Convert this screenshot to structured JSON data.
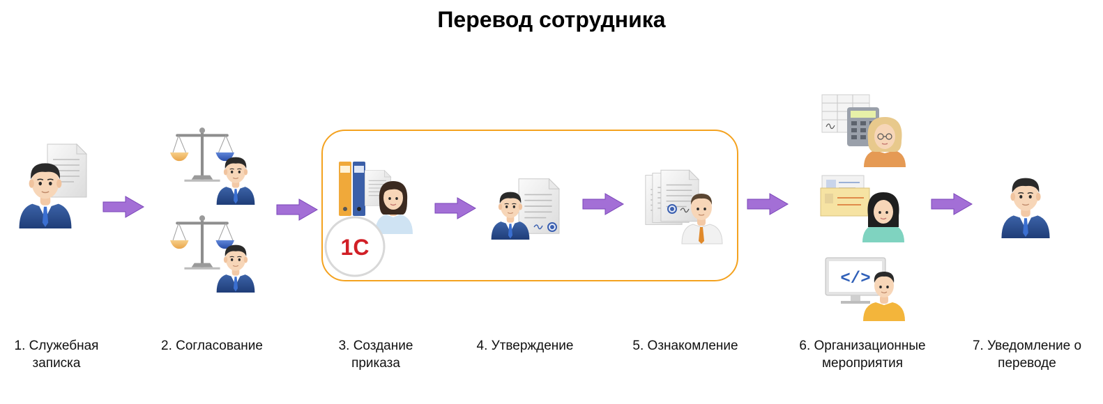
{
  "title": "Перевод сотрудника",
  "colors": {
    "arrow": "#a36fd6",
    "group_border": "#f4a21f",
    "suit": "#2c4f91",
    "logo_red": "#d11f26"
  },
  "logo": {
    "text": "1С"
  },
  "steps": [
    {
      "line1": "1. Служебная",
      "line2": "записка"
    },
    {
      "line1": "2. Согласование",
      "line2": ""
    },
    {
      "line1": "3. Создание",
      "line2": "приказа"
    },
    {
      "line1": "4. Утверждение",
      "line2": ""
    },
    {
      "line1": "5. Ознакомление",
      "line2": ""
    },
    {
      "line1": "6. Организационные",
      "line2": "мероприятия"
    },
    {
      "line1": "7. Уведомление о",
      "line2": "переводе"
    }
  ],
  "icons": {
    "step1": "employee-with-document-icon",
    "step2": "manager-with-scales-icon",
    "step3": "hr-with-folders-icon",
    "step4": "manager-signing-document-icon",
    "step5": "employee-reading-document-icon",
    "step6a": "accountant-icon",
    "step6b": "hr-card-icon",
    "step6c": "it-specialist-icon",
    "step7": "employee-icon"
  }
}
